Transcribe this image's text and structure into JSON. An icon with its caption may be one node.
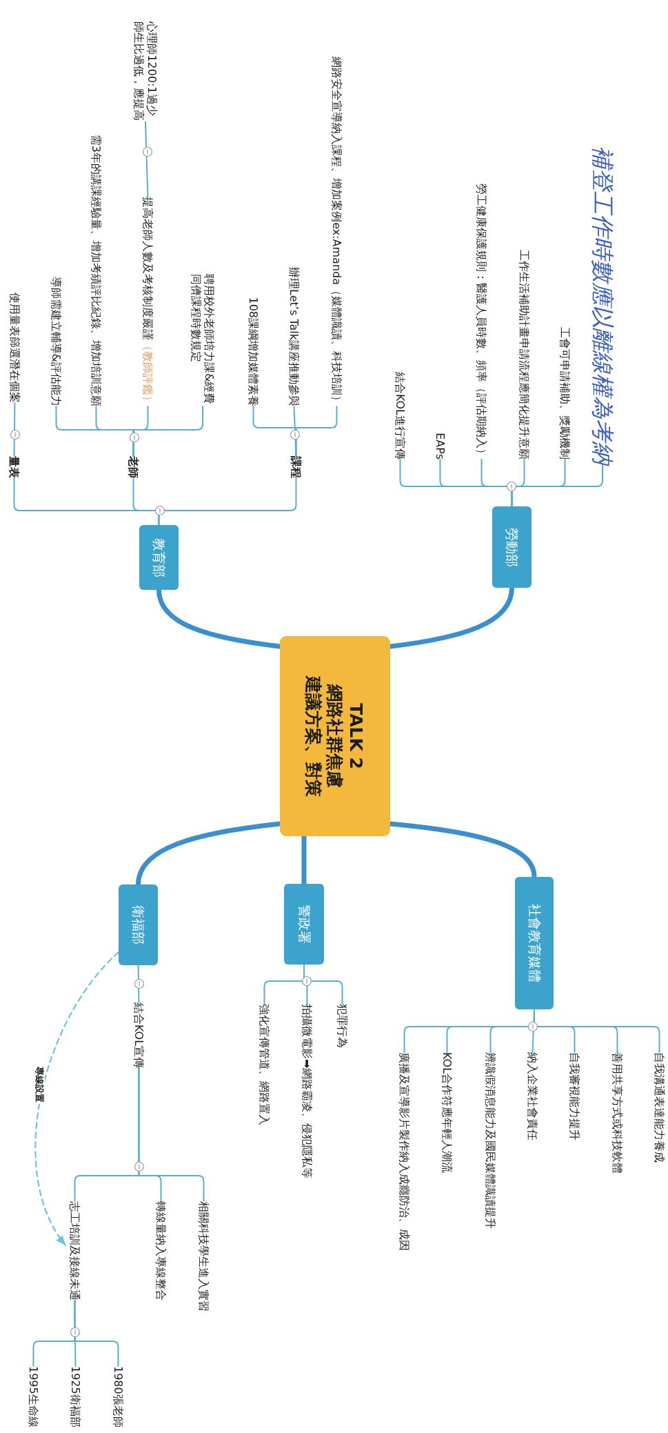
{
  "diagram": {
    "nodes": [
      {
        "text": [
          "TALK 2",
          "網路社群焦慮",
          "建議方案、對策"
        ]
      },
      {
        "text": [
          "教育部"
        ]
      },
      {
        "text": [
          "量表"
        ]
      },
      {
        "text": [
          "使用量表篩選潛在個案"
        ]
      },
      {
        "text": [
          "老師"
        ]
      },
      {
        "text": [
          "導師需建立輔導&評估能力"
        ]
      },
      {
        "text": [
          "需3年的講課經驗量、增加考績評比紀錄、增加培訓意願"
        ]
      },
      {
        "text": [
          "提高老師人數及考核制度嚴謹",
          "（教師評鑑）"
        ]
      },
      {
        "text": [
          "心理師1200:1過少師生比過低，應提高"
        ]
      },
      {
        "text": [
          "聘用校外老師培力課&經費同儕課程時數規定"
        ]
      },
      {
        "text": [
          "課程"
        ]
      },
      {
        "text": [
          "108課綱增加媒體素養"
        ]
      },
      {
        "text": [
          "辦理Let’s Talk講座推動參與"
        ]
      },
      {
        "text": [
          "網路安全宣導納入課程、增加案例ex:Amanda（媒體識讀、科技培訓）"
        ]
      },
      {
        "text": [
          "勞動部"
        ]
      },
      {
        "text": [
          "結合KOL進行宣傳"
        ]
      },
      {
        "text": [
          "EAPs"
        ]
      },
      {
        "text": [
          "勞工健康保護規則：醫護人員時數、頻率（評估期納入）"
        ]
      },
      {
        "text": [
          "工作生活補助計畫申請流程應簡化提升意願"
        ]
      },
      {
        "text": [
          "工會可申請補助、獎勵機制"
        ]
      },
      {
        "text": [
          "補登工作時數應以離線權為考納"
        ]
      },
      {
        "text": [
          "衛福部"
        ]
      },
      {
        "text": [
          "結合KOL宣傳"
        ]
      },
      {
        "text": [
          "志工培訓及接線未通"
        ]
      },
      {
        "text": [
          "1995生命線"
        ]
      },
      {
        "text": [
          "1925衛福部"
        ]
      },
      {
        "text": [
          "1980張老師"
        ]
      },
      {
        "text": [
          "轉線量納入專線整合"
        ]
      },
      {
        "text": [
          "相關科技學生進入實習"
        ]
      },
      {
        "text": [
          "警政署"
        ]
      },
      {
        "text": [
          "強化宣傳管道、網路置入"
        ]
      },
      {
        "text": [
          "拍攝微電影➡網路霸凌、侵犯隱私等"
        ]
      },
      {
        "text": [
          "犯罪行為"
        ]
      },
      {
        "text": [
          "社會教育媒體"
        ]
      },
      {
        "text": [
          "廣播及宣導影片製作納入成癮防治、成因"
        ]
      },
      {
        "text": [
          "KOL合作符應年輕人潮流"
        ]
      },
      {
        "text": [
          "辨識假消息能力及國民媒體識讀提升"
        ]
      },
      {
        "text": [
          "納入企業社會責任"
        ]
      },
      {
        "text": [
          "自我審視能力提升"
        ]
      },
      {
        "text": [
          "善用共享方式或科技軟體"
        ]
      },
      {
        "text": [
          "自我溝通表達能力養成"
        ]
      }
    ],
    "edges": [
      {
        "from": 0,
        "to": 1,
        "arrow": "none",
        "style": "thick",
        "color": "#3b8ed0"
      },
      {
        "from": 0,
        "to": 14,
        "arrow": "none",
        "style": "thick",
        "color": "#3b8ed0"
      },
      {
        "from": 0,
        "to": 21,
        "arrow": "none",
        "style": "thick",
        "color": "#3b8ed0"
      },
      {
        "from": 0,
        "to": 29,
        "arrow": "none",
        "style": "thick",
        "color": "#3b8ed0"
      },
      {
        "from": 0,
        "to": 33,
        "arrow": "none",
        "style": "thick",
        "color": "#3b8ed0"
      },
      {
        "from": 1,
        "to": 2,
        "arrow": "none"
      },
      {
        "from": 1,
        "to": 4,
        "arrow": "none"
      },
      {
        "from": 1,
        "to": 10,
        "arrow": "none"
      },
      {
        "from": 2,
        "to": 3,
        "arrow": "none"
      },
      {
        "from": 4,
        "to": 5,
        "arrow": "none"
      },
      {
        "from": 4,
        "to": 6,
        "arrow": "none"
      },
      {
        "from": 4,
        "to": 7,
        "arrow": "none"
      },
      {
        "from": 4,
        "to": 9,
        "arrow": "none"
      },
      {
        "from": 7,
        "to": 8,
        "arrow": "none"
      },
      {
        "from": 10,
        "to": 11,
        "arrow": "none"
      },
      {
        "from": 10,
        "to": 12,
        "arrow": "none"
      },
      {
        "from": 10,
        "to": 13,
        "arrow": "none"
      },
      {
        "from": 14,
        "to": 15,
        "arrow": "none"
      },
      {
        "from": 14,
        "to": 16,
        "arrow": "none"
      },
      {
        "from": 14,
        "to": 17,
        "arrow": "none"
      },
      {
        "from": 14,
        "to": 18,
        "arrow": "none"
      },
      {
        "from": 14,
        "to": 19,
        "arrow": "none"
      },
      {
        "from": 14,
        "to": 20,
        "arrow": "none"
      },
      {
        "from": 21,
        "to": 22,
        "arrow": "none"
      },
      {
        "from": 22,
        "to": 23,
        "arrow": "none"
      },
      {
        "from": 22,
        "to": 27,
        "arrow": "none"
      },
      {
        "from": 22,
        "to": 28,
        "arrow": "none"
      },
      {
        "from": 23,
        "to": 24,
        "arrow": "none"
      },
      {
        "from": 23,
        "to": 25,
        "arrow": "none"
      },
      {
        "from": 23,
        "to": 26,
        "arrow": "none"
      },
      {
        "from": 29,
        "to": 30,
        "arrow": "none"
      },
      {
        "from": 29,
        "to": 31,
        "arrow": "none"
      },
      {
        "from": 29,
        "to": 32,
        "arrow": "none"
      },
      {
        "from": 33,
        "to": 34,
        "arrow": "none"
      },
      {
        "from": 33,
        "to": 35,
        "arrow": "none"
      },
      {
        "from": 33,
        "to": 36,
        "arrow": "none"
      },
      {
        "from": 33,
        "to": 37,
        "arrow": "none"
      },
      {
        "from": 33,
        "to": 38,
        "arrow": "none"
      },
      {
        "from": 33,
        "to": 39,
        "arrow": "none"
      },
      {
        "from": 33,
        "to": 40,
        "arrow": "none"
      },
      {
        "from": 21,
        "to": 23,
        "arrow": "to",
        "style": "dashed",
        "color": "#6cc3e3",
        "label": "專線設置"
      }
    ]
  }
}
